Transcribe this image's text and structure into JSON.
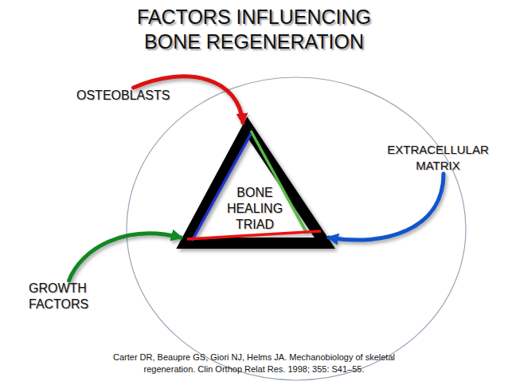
{
  "diagram": {
    "title": "FACTORS INFLUENCING BONE REGENERATION",
    "caption": "Carter DR, Beaupre GS, Giori NJ, Helms JA. Mechanobiology of skeletal regeneration. Clin Orthop Relat Res. 1998; 355: S41–55.",
    "nodes": [
      {
        "text": [
          "OSTEOBLASTS"
        ]
      },
      {
        "text": [
          "EXTRACELLULAR MATRIX"
        ]
      },
      {
        "text": [
          "BONE HEALING TRIAD"
        ]
      },
      {
        "text": [
          "GROWTH FACTORS"
        ]
      }
    ],
    "edges": [
      {
        "from": 0,
        "to": 2,
        "arrow": "to"
      },
      {
        "from": 1,
        "to": 2,
        "arrow": "to"
      },
      {
        "from": 3,
        "to": 2,
        "arrow": "to"
      }
    ]
  }
}
